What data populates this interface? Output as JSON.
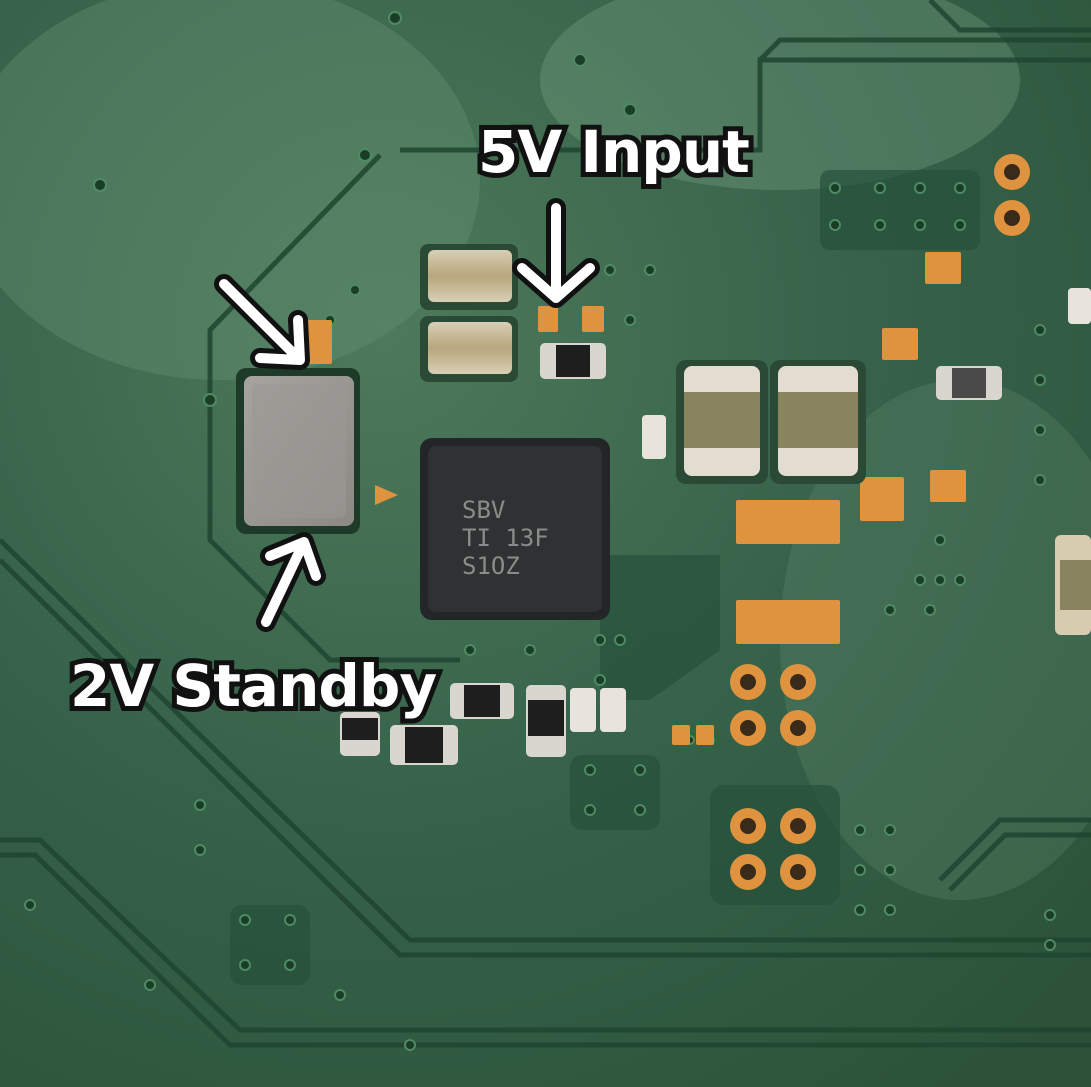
{
  "annotations": {
    "input_label": "5V Input",
    "standby_label": "2V Standby"
  },
  "chip": {
    "marking_line1": "SBV",
    "marking_line2": "TI 13F",
    "marking_line3": "S1OZ"
  },
  "colors": {
    "board_green": "#2f5a3c",
    "copper_pad": "#e0933f",
    "label_text": "#ffffff",
    "label_outline": "#111111"
  }
}
